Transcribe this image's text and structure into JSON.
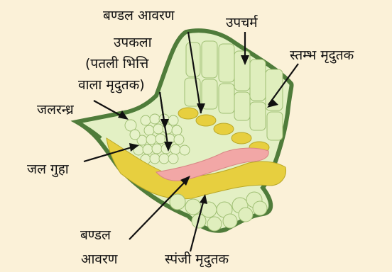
{
  "labels": {
    "bundle_sheath_top": "बण्डल आवरण",
    "epidermis": "उपचर्म",
    "epithelium_1": "उपकला",
    "epithelium_2": "(पतली भित्ति",
    "epithelium_3": "वाला मृदुतक)",
    "palisade": "स्तम्भ मृदुतक",
    "hydathode": "जलरन्ध्र",
    "water_cavity": "जल गुहा",
    "bundle_sheath_bottom_1": "बण्डल",
    "bundle_sheath_bottom_2": "आवरण",
    "spongy": "स्पंजी मृदुतक"
  },
  "colors": {
    "background": "#fbf1d8",
    "leaf_border": "#4f7c3a",
    "cells": "#dfeebd",
    "bundle_sheath": "#e7cf3f",
    "vascular": "#f2a7a6"
  }
}
